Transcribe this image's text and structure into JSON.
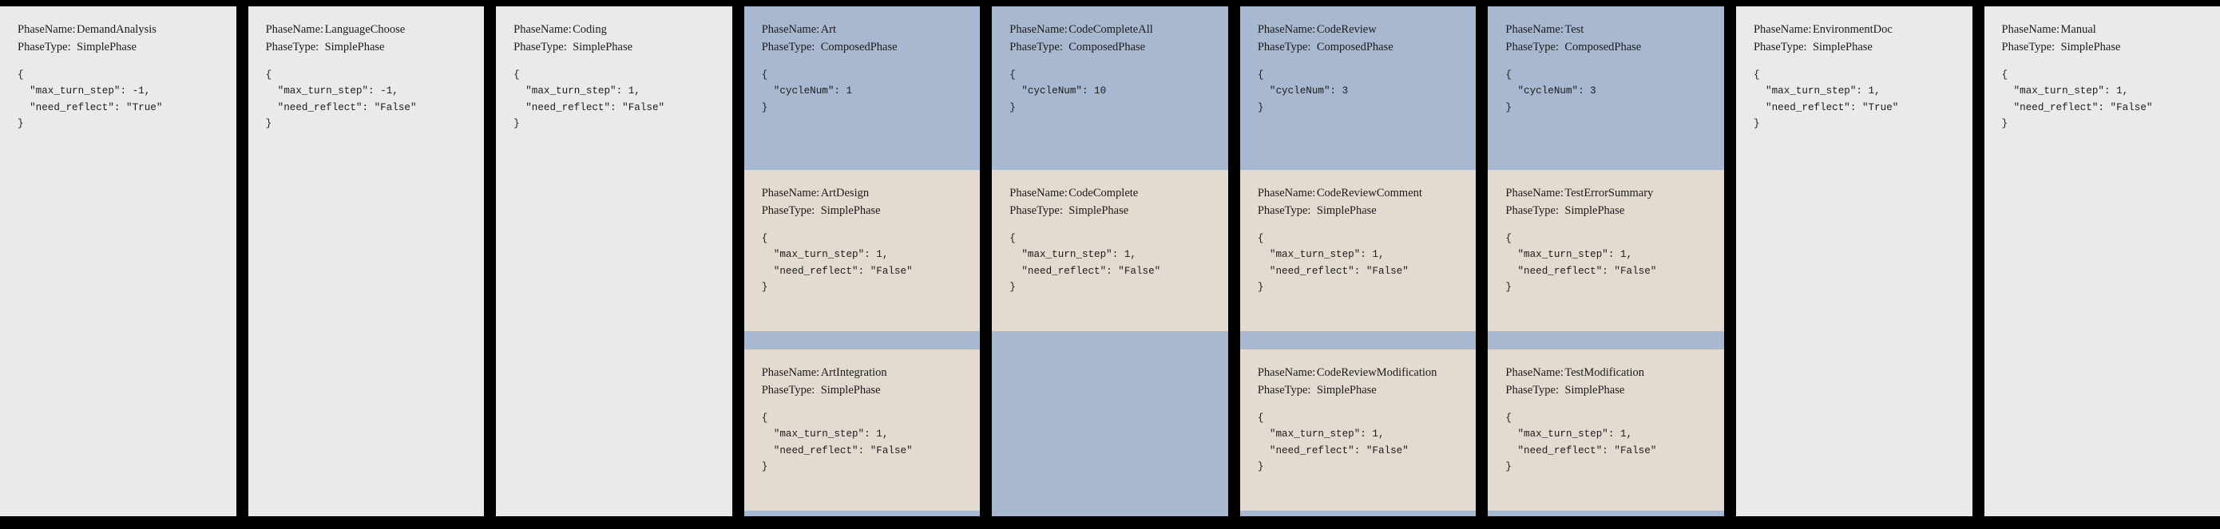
{
  "background_color": "#000000",
  "colors": {
    "simple_phase_bg": "#e8ebea",
    "composed_phase_bg": "#a7b8d0",
    "sub_phase_bg": "#e3dad0",
    "text": "#1b1b1b"
  },
  "labels": {
    "phase_name_key": "PhaseName:",
    "phase_type_key": "PhaseType:"
  },
  "columns": [
    {
      "id": "demand-analysis",
      "kind": "simple",
      "phase_name": "DemandAnalysis",
      "phase_type": "SimplePhase",
      "config": "{\n  \"max_turn_step\": -1,\n  \"need_reflect\": \"True\"\n}",
      "config_fields": {
        "max_turn_step": -1,
        "need_reflect": "True"
      }
    },
    {
      "id": "language-choose",
      "kind": "simple",
      "phase_name": "LanguageChoose",
      "phase_type": "SimplePhase",
      "config": "{\n  \"max_turn_step\": -1,\n  \"need_reflect\": \"False\"\n}",
      "config_fields": {
        "max_turn_step": -1,
        "need_reflect": "False"
      }
    },
    {
      "id": "coding",
      "kind": "simple",
      "phase_name": "Coding",
      "phase_type": "SimplePhase",
      "config": "{\n  \"max_turn_step\": 1,\n  \"need_reflect\": \"False\"\n}",
      "config_fields": {
        "max_turn_step": 1,
        "need_reflect": "False"
      }
    },
    {
      "id": "art",
      "kind": "composed",
      "phase_name": "Art",
      "phase_type": "ComposedPhase",
      "config": "{\n  \"cycleNum\": 1\n}",
      "config_fields": {
        "cycleNum": 1
      },
      "subphases": [
        {
          "id": "art-design",
          "phase_name": "ArtDesign",
          "phase_type": "SimplePhase",
          "config": "{\n  \"max_turn_step\": 1,\n  \"need_reflect\": \"False\"\n}",
          "config_fields": {
            "max_turn_step": 1,
            "need_reflect": "False"
          }
        },
        {
          "id": "art-integration",
          "phase_name": "ArtIntegration",
          "phase_type": "SimplePhase",
          "config": "{\n  \"max_turn_step\": 1,\n  \"need_reflect\": \"False\"\n}",
          "config_fields": {
            "max_turn_step": 1,
            "need_reflect": "False"
          }
        }
      ]
    },
    {
      "id": "code-complete-all",
      "kind": "composed",
      "phase_name": "CodeCompleteAll",
      "phase_type": "ComposedPhase",
      "config": "{\n  \"cycleNum\": 10\n}",
      "config_fields": {
        "cycleNum": 10
      },
      "subphases": [
        {
          "id": "code-complete",
          "phase_name": "CodeComplete",
          "phase_type": "SimplePhase",
          "config": "{\n  \"max_turn_step\": 1,\n  \"need_reflect\": \"False\"\n}",
          "config_fields": {
            "max_turn_step": 1,
            "need_reflect": "False"
          }
        }
      ]
    },
    {
      "id": "code-review",
      "kind": "composed",
      "phase_name": "CodeReview",
      "phase_type": "ComposedPhase",
      "config": "{\n  \"cycleNum\": 3\n}",
      "config_fields": {
        "cycleNum": 3
      },
      "subphases": [
        {
          "id": "code-review-comment",
          "phase_name": "CodeReviewComment",
          "phase_type": "SimplePhase",
          "config": "{\n  \"max_turn_step\": 1,\n  \"need_reflect\": \"False\"\n}",
          "config_fields": {
            "max_turn_step": 1,
            "need_reflect": "False"
          }
        },
        {
          "id": "code-review-modification",
          "phase_name": "CodeReviewModification",
          "phase_type": "SimplePhase",
          "config": "{\n  \"max_turn_step\": 1,\n  \"need_reflect\": \"False\"\n}",
          "config_fields": {
            "max_turn_step": 1,
            "need_reflect": "False"
          }
        }
      ]
    },
    {
      "id": "test",
      "kind": "composed",
      "phase_name": "Test",
      "phase_type": "ComposedPhase",
      "config": "{\n  \"cycleNum\": 3\n}",
      "config_fields": {
        "cycleNum": 3
      },
      "subphases": [
        {
          "id": "test-error-summary",
          "phase_name": "TestErrorSummary",
          "phase_type": "SimplePhase",
          "config": "{\n  \"max_turn_step\": 1,\n  \"need_reflect\": \"False\"\n}",
          "config_fields": {
            "max_turn_step": 1,
            "need_reflect": "False"
          }
        },
        {
          "id": "test-modification",
          "phase_name": "TestModification",
          "phase_type": "SimplePhase",
          "config": "{\n  \"max_turn_step\": 1,\n  \"need_reflect\": \"False\"\n}",
          "config_fields": {
            "max_turn_step": 1,
            "need_reflect": "False"
          }
        }
      ]
    },
    {
      "id": "environment-doc",
      "kind": "simple",
      "phase_name": "EnvironmentDoc",
      "phase_type": "SimplePhase",
      "config": "{\n  \"max_turn_step\": 1,\n  \"need_reflect\": \"True\"\n}",
      "config_fields": {
        "max_turn_step": 1,
        "need_reflect": "True"
      }
    },
    {
      "id": "manual",
      "kind": "simple",
      "phase_name": "Manual",
      "phase_type": "SimplePhase",
      "config": "{\n  \"max_turn_step\": 1,\n  \"need_reflect\": \"False\"\n}",
      "config_fields": {
        "max_turn_step": 1,
        "need_reflect": "False"
      }
    }
  ]
}
